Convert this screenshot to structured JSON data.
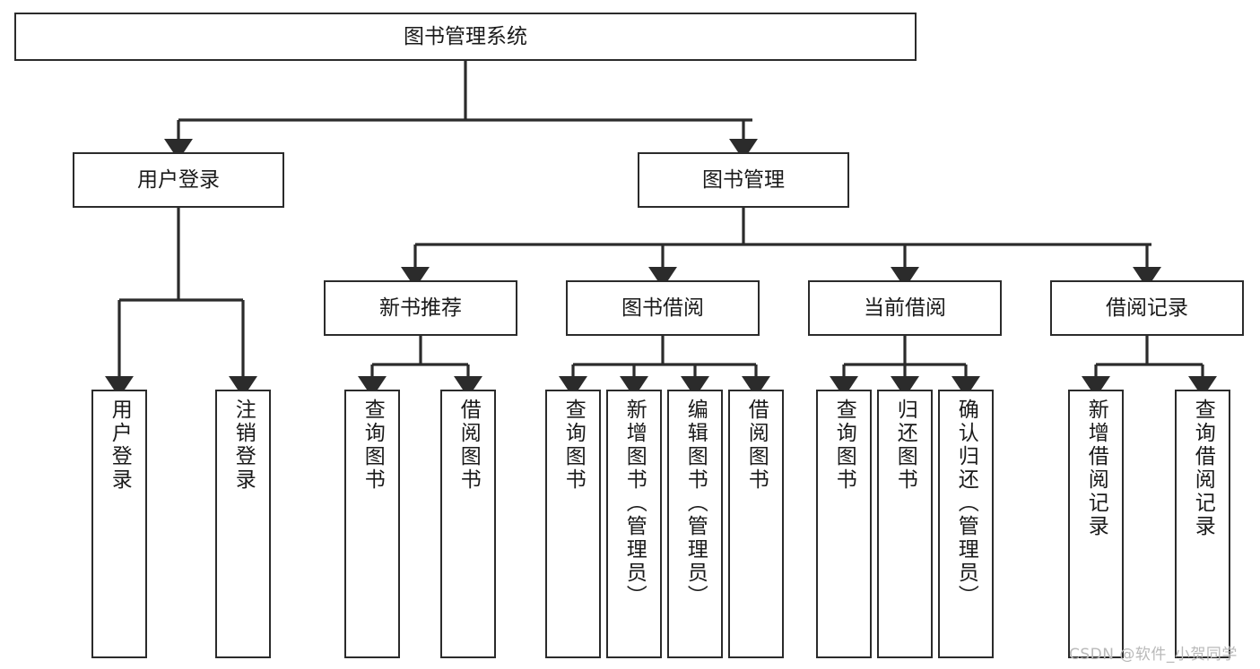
{
  "diagram": {
    "type": "tree-hierarchy-chart",
    "title_text": "图书管理系统",
    "watermark": "CSDN @软件_小贺同学",
    "colors": {
      "box_border": "#2b2b2b",
      "box_fill": "#ffffff",
      "connector": "#2b2b2b",
      "text": "#1a1a1a",
      "watermark": "#b9b9b9",
      "background": "#ffffff"
    },
    "root": {
      "label": "图书管理系统"
    },
    "level2": [
      {
        "id": "user-login",
        "label": "用户登录"
      },
      {
        "id": "book-management",
        "label": "图书管理"
      }
    ],
    "level3": [
      {
        "id": "new-book-recommend",
        "label": "新书推荐"
      },
      {
        "id": "book-borrow",
        "label": "图书借阅"
      },
      {
        "id": "current-borrow",
        "label": "当前借阅"
      },
      {
        "id": "borrow-record",
        "label": "借阅记录"
      }
    ],
    "leaves": {
      "user-login": [
        {
          "id": "leaf-user-login",
          "label": "用户登录"
        },
        {
          "id": "leaf-logout-login",
          "label": "注销登录"
        }
      ],
      "new-book-recommend": [
        {
          "id": "leaf-query-book-1",
          "label": "查询图书"
        },
        {
          "id": "leaf-borrow-book-1",
          "label": "借阅图书"
        }
      ],
      "book-borrow": [
        {
          "id": "leaf-query-book-2",
          "label": "查询图书"
        },
        {
          "id": "leaf-add-book",
          "label": "新增图书（管理员）"
        },
        {
          "id": "leaf-edit-book",
          "label": "编辑图书（管理员）"
        },
        {
          "id": "leaf-borrow-book-2",
          "label": "借阅图书"
        }
      ],
      "current-borrow": [
        {
          "id": "leaf-query-book-3",
          "label": "查询图书"
        },
        {
          "id": "leaf-return-book",
          "label": "归还图书"
        },
        {
          "id": "leaf-confirm-return",
          "label": "确认归还（管理员）"
        }
      ],
      "borrow-record": [
        {
          "id": "leaf-add-record",
          "label": "新增借阅记录"
        },
        {
          "id": "leaf-query-record",
          "label": "查询借阅记录"
        }
      ]
    }
  }
}
